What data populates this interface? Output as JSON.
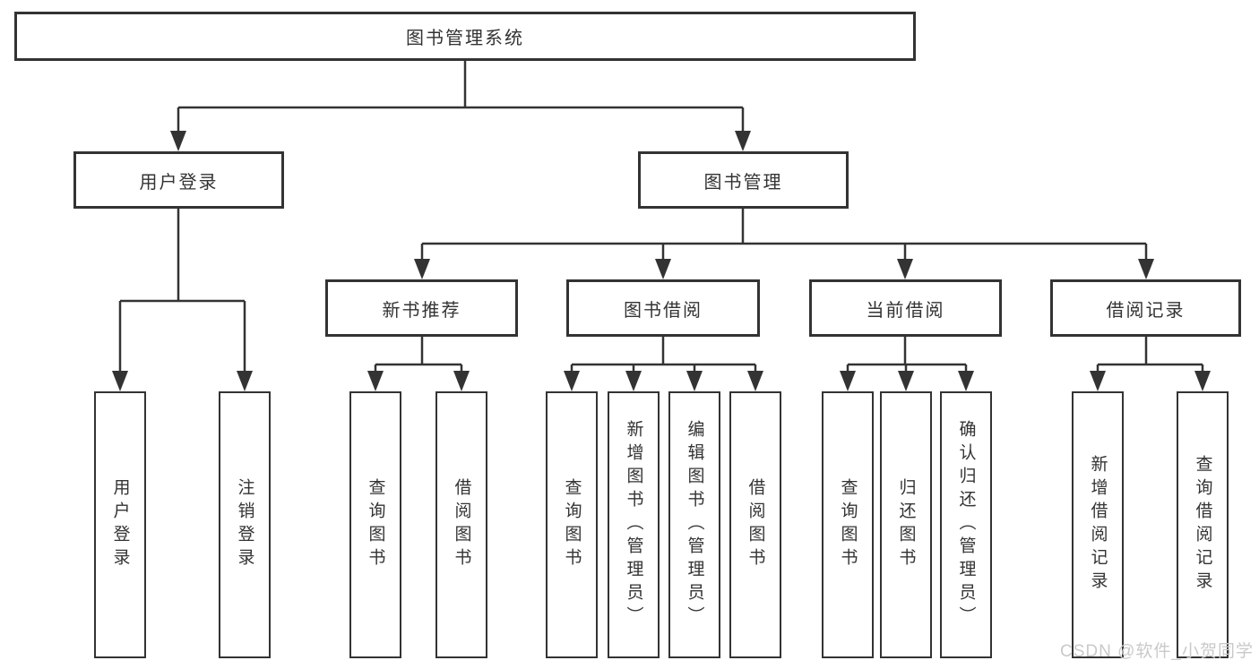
{
  "diagram": {
    "root_label": "图书管理系统",
    "level2": {
      "user_login": "用户登录",
      "book_management": "图书管理"
    },
    "level3": {
      "new_book_recommend": "新书推荐",
      "book_borrow": "图书借阅",
      "current_borrow": "当前借阅",
      "borrow_record": "借阅记录"
    },
    "leaves": {
      "user_login": [
        "用户登录",
        "注销登录"
      ],
      "new_book_recommend": [
        "查询图书",
        "借阅图书"
      ],
      "book_borrow": [
        "查询图书",
        "新增图书（管理员）",
        "编辑图书（管理员）",
        "借阅图书"
      ],
      "current_borrow": [
        "查询图书",
        "归还图书",
        "确认归还（管理员）"
      ],
      "borrow_record": [
        "新增借阅记录",
        "查询借阅记录"
      ]
    }
  },
  "watermark": {
    "text": "CSDN @软件_小贺同学"
  },
  "colors": {
    "line": "#333333",
    "box_border": "#333333",
    "text": "#333333",
    "watermark": "#c9c9c9",
    "background": "#ffffff"
  }
}
